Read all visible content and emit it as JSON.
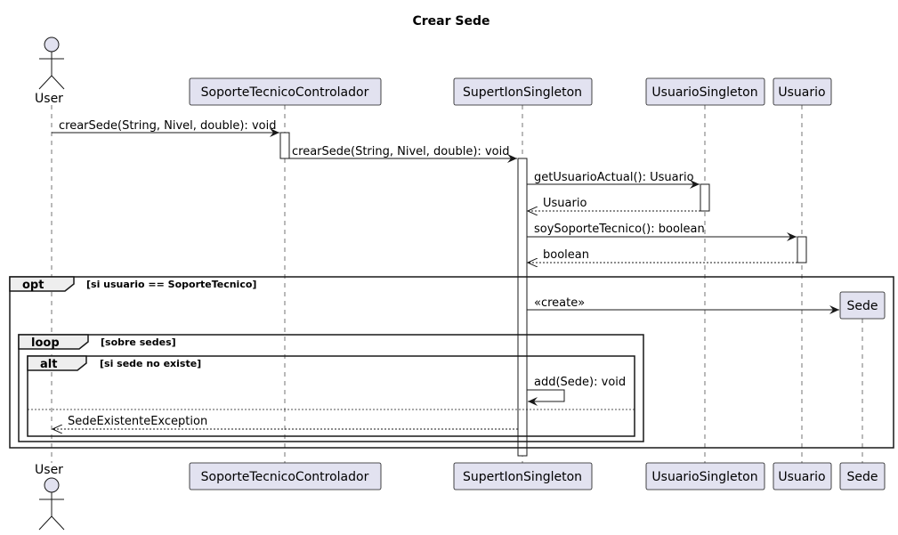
{
  "title": "Crear Sede",
  "participants": [
    {
      "id": "user",
      "label": "User",
      "kind": "actor"
    },
    {
      "id": "stc",
      "label": "SoporteTecnicoControlador",
      "kind": "box"
    },
    {
      "id": "sps",
      "label": "SupertIonSingleton",
      "kind": "box"
    },
    {
      "id": "us",
      "label": "UsuarioSingleton",
      "kind": "box"
    },
    {
      "id": "usu",
      "label": "Usuario",
      "kind": "box"
    },
    {
      "id": "sede",
      "label": "Sede",
      "kind": "box"
    }
  ],
  "messages": [
    {
      "from": "user",
      "to": "stc",
      "label": "crearSede(String, Nivel, double): void",
      "style": "solid"
    },
    {
      "from": "stc",
      "to": "sps",
      "label": "crearSede(String, Nivel, double): void",
      "style": "solid"
    },
    {
      "from": "sps",
      "to": "us",
      "label": "getUsuarioActual(): Usuario",
      "style": "solid"
    },
    {
      "from": "us",
      "to": "sps",
      "label": "Usuario",
      "style": "dashed"
    },
    {
      "from": "sps",
      "to": "usu",
      "label": "soySoporteTecnico(): boolean",
      "style": "solid"
    },
    {
      "from": "usu",
      "to": "sps",
      "label": "boolean",
      "style": "dashed"
    },
    {
      "from": "sps",
      "to": "sede",
      "label": "«create»",
      "style": "solid"
    },
    {
      "from": "sps",
      "to": "sps",
      "label": "add(Sede): void",
      "style": "self"
    },
    {
      "from": "sps",
      "to": "user",
      "label": "SedeExistenteException",
      "style": "dashed"
    }
  ],
  "fragments": [
    {
      "kind": "opt",
      "guard": "[si usuario == SoporteTecnico]"
    },
    {
      "kind": "loop",
      "guard": "[sobre sedes]"
    },
    {
      "kind": "alt",
      "guard": "[si sede no existe]"
    }
  ],
  "colors": {
    "participant_fill": "#e2e2f0",
    "participant_stroke": "#181818",
    "fragment_tab_fill": "#eeeeee",
    "lifeline": "#181818"
  }
}
